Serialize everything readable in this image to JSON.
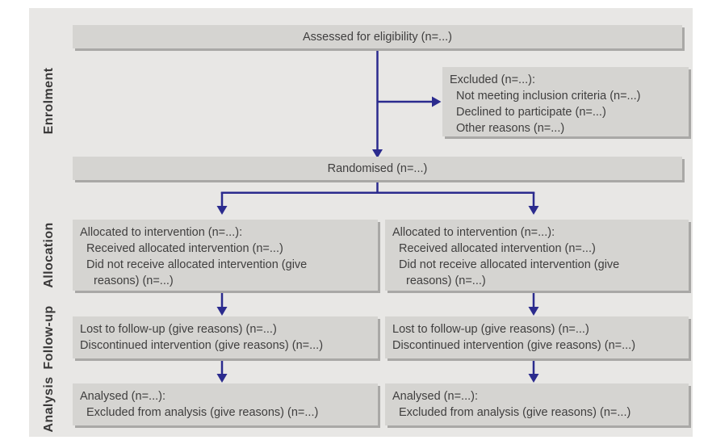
{
  "figure": {
    "stage_labels": {
      "enrolment": "Enrolment",
      "allocation": "Allocation",
      "followup": "Follow-up",
      "analysis": "Analysis"
    },
    "boxes": {
      "assessed": {
        "line1": "Assessed for eligibility (n=...)"
      },
      "excluded": {
        "line1": "Excluded (n=...):",
        "line2": "Not meeting inclusion criteria (n=...)",
        "line3": "Declined to participate (n=...)",
        "line4": "Other reasons (n=...)"
      },
      "randomised": {
        "line1": "Randomised (n=...)"
      },
      "allocation_left": {
        "line1": "Allocated to intervention (n=...):",
        "line2": "Received allocated intervention (n=...)",
        "line3": "Did not receive allocated intervention (give",
        "line4": "reasons) (n=...)"
      },
      "allocation_right": {
        "line1": "Allocated to intervention (n=...):",
        "line2": "Received allocated intervention (n=...)",
        "line3": "Did not receive allocated intervention (give",
        "line4": "reasons) (n=...)"
      },
      "followup_left": {
        "line1": "Lost to follow-up (give reasons) (n=...)",
        "line2": "Discontinued intervention (give reasons) (n=...)"
      },
      "followup_right": {
        "line1": "Lost to follow-up (give reasons) (n=...)",
        "line2": "Discontinued intervention (give reasons) (n=...)"
      },
      "analysis_left": {
        "line1": "Analysed (n=...):",
        "line2": "Excluded from analysis (give reasons) (n=...)"
      },
      "analysis_right": {
        "line1": "Analysed (n=...):",
        "line2": "Excluded from analysis (give reasons) (n=...)"
      }
    },
    "colors": {
      "arrow": "#2b2b8e",
      "box_fill": "#d5d4d1",
      "box_shadow": "#a9a8a6",
      "panel_background": "#e8e7e5",
      "page_background": "#ffffff",
      "text": "#3f3e3e",
      "stage_label_text": "#3a3939"
    }
  }
}
